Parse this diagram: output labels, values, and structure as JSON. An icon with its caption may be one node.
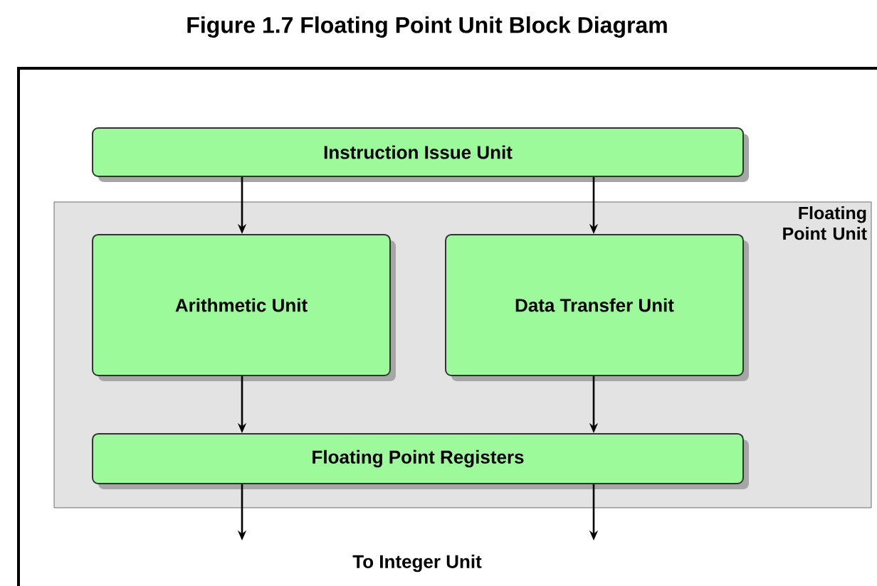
{
  "diagram": {
    "title": "Figure 1.7 Floating Point Unit Block Diagram",
    "nodes": [
      {
        "text": [
          "Instruction Issue Unit"
        ]
      },
      {
        "text": [
          "Floating Point Unit"
        ]
      },
      {
        "text": [
          "Arithmetic Unit"
        ],
        "in": 1
      },
      {
        "text": [
          "Data Transfer Unit"
        ],
        "in": 1
      },
      {
        "text": [
          "Floating Point Registers"
        ],
        "in": 1
      }
    ],
    "edges": [
      {
        "from": 0,
        "to": 2,
        "arrow": "to"
      },
      {
        "from": 0,
        "to": 3,
        "arrow": "to"
      },
      {
        "from": 2,
        "to": 4,
        "arrow": "to"
      },
      {
        "from": 3,
        "to": 4,
        "arrow": "to"
      },
      {
        "from": 4,
        "to": null,
        "arrow": "to"
      },
      {
        "from": 4,
        "to": null,
        "arrow": "to"
      }
    ],
    "labels": [
      "To Integer Unit"
    ]
  }
}
